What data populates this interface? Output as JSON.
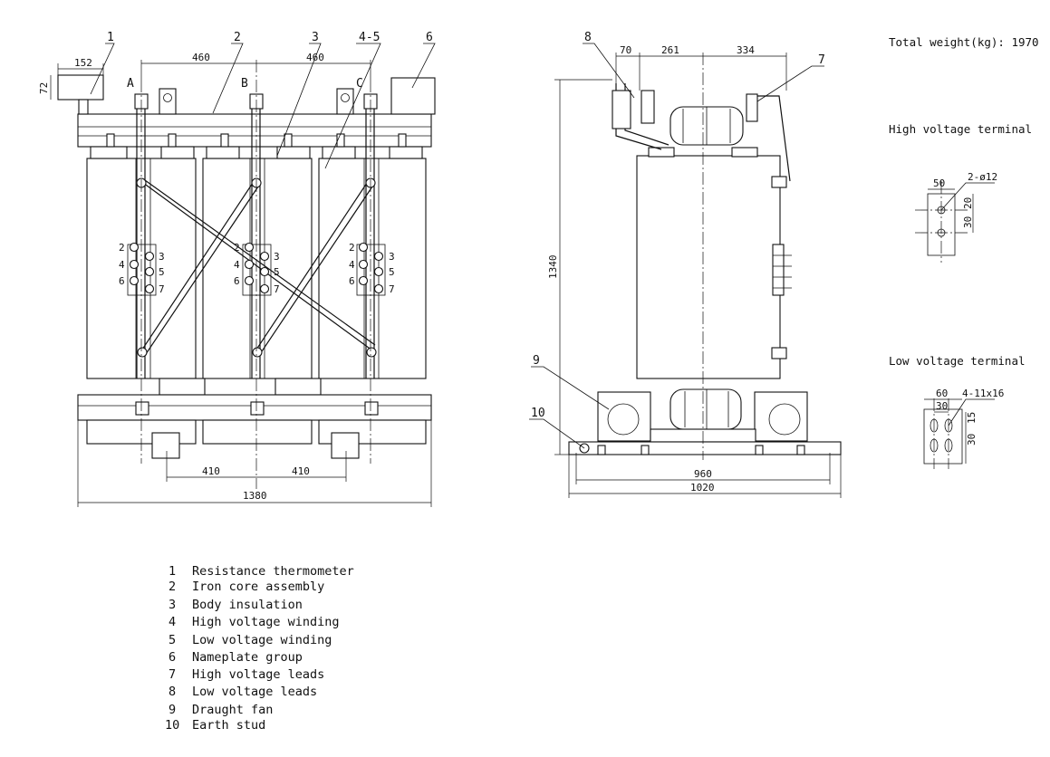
{
  "front_view": {
    "dims": {
      "d152": "152",
      "d72": "72",
      "d460a": "460",
      "d460b": "460",
      "d410a": "410",
      "d410b": "410",
      "d1380": "1380"
    },
    "phases": [
      "A",
      "B",
      "C"
    ],
    "callouts": [
      "1",
      "2",
      "3",
      "4-5",
      "6"
    ],
    "tap_numbers": [
      "2",
      "3",
      "4",
      "5",
      "6",
      "7"
    ]
  },
  "side_view": {
    "dims": {
      "d70": "70",
      "d261": "261",
      "d334": "334",
      "d1340": "1340",
      "d960": "960",
      "d1020": "1020"
    },
    "callouts": [
      "8",
      "7",
      "9",
      "10"
    ]
  },
  "total_weight": "Total weight(kg): 1970",
  "hv_terminal": {
    "title": "High voltage terminal",
    "d50": "50",
    "hole": "2-ø12",
    "d20": "20",
    "d30": "30"
  },
  "lv_terminal": {
    "title": "Low voltage terminal",
    "d60": "60",
    "d30h": "30",
    "hole": "4-11x16",
    "d15": "15",
    "d30v": "30"
  },
  "legend": [
    {
      "num": "1",
      "text": "Resistance thermometer"
    },
    {
      "num": "2",
      "text": "Iron core assembly"
    },
    {
      "num": "3",
      "text": "Body insulation"
    },
    {
      "num": "4",
      "text": "High voltage winding"
    },
    {
      "num": "5",
      "text": "Low voltage winding"
    },
    {
      "num": "6",
      "text": "Nameplate group"
    },
    {
      "num": "7",
      "text": "High voltage leads"
    },
    {
      "num": "8",
      "text": "Low voltage leads"
    },
    {
      "num": "9",
      "text": "Draught fan"
    },
    {
      "num": "10",
      "text": "Earth stud"
    }
  ]
}
